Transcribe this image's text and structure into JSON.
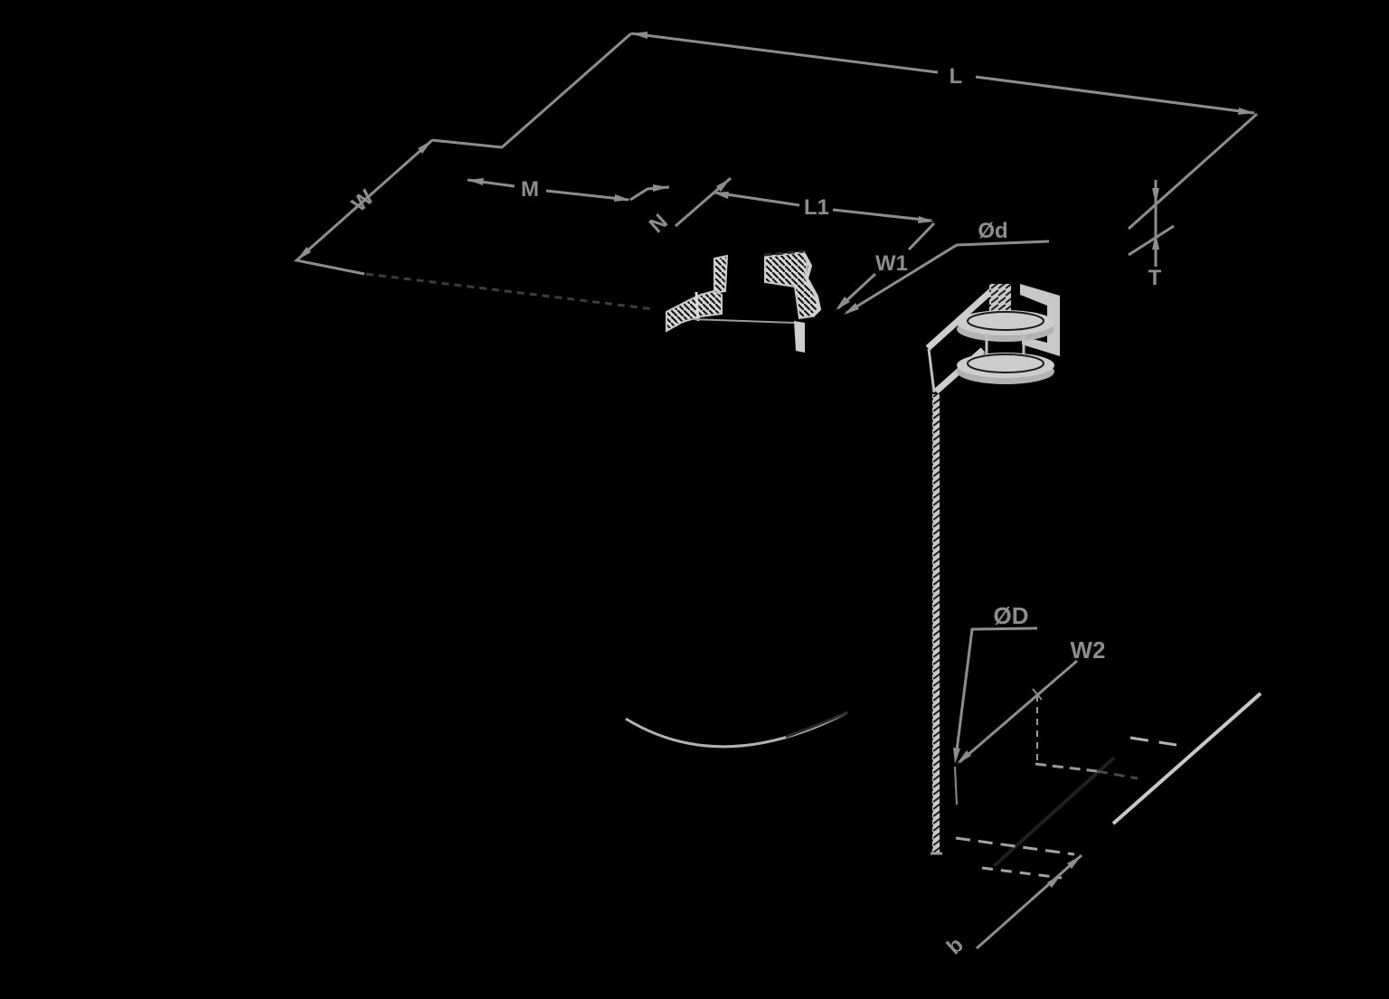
{
  "drawing": {
    "labels": {
      "length": "L",
      "width": "W",
      "m": "M",
      "n": "N",
      "l1": "L1",
      "w1": "W1",
      "d_small": "Ød",
      "t": "T",
      "d_large": "ØD",
      "w2": "W2",
      "b": "b"
    },
    "colors": {
      "background": "#000000",
      "dimension_gray": "#8d8d8d",
      "bright_edge": "#c8c8c8",
      "section_fill": "#d3d3d3",
      "hidden_dark": "#3d3d3d"
    }
  }
}
